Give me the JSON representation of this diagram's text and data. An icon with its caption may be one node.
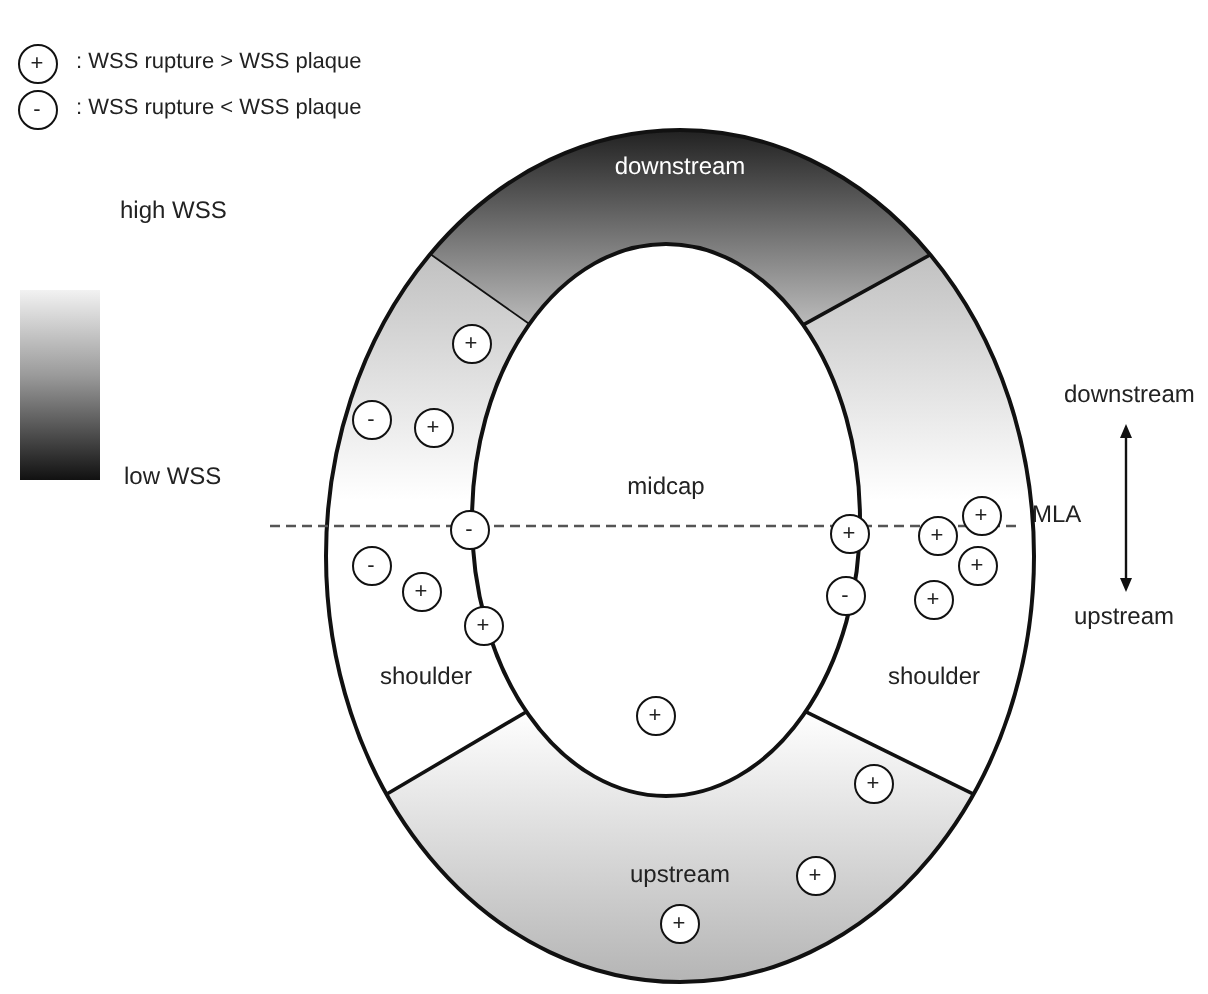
{
  "diagram": {
    "nodes": [
      {
        "text": [
          "+"
        ]
      },
      {
        "text": [
          "-"
        ]
      },
      {
        "text": [
          "+"
        ]
      },
      {
        "text": [
          "-"
        ]
      },
      {
        "text": [
          "+"
        ]
      },
      {
        "text": [
          "-"
        ]
      },
      {
        "text": [
          "-"
        ]
      },
      {
        "text": [
          "+"
        ]
      },
      {
        "text": [
          "+"
        ]
      },
      {
        "text": [
          "+"
        ]
      },
      {
        "text": [
          "+"
        ]
      },
      {
        "text": [
          "-"
        ]
      },
      {
        "text": [
          "+"
        ]
      },
      {
        "text": [
          "+"
        ]
      },
      {
        "text": [
          "+"
        ]
      },
      {
        "text": [
          "+"
        ]
      },
      {
        "text": [
          "+"
        ]
      },
      {
        "text": [
          "+"
        ]
      },
      {
        "text": [
          "+"
        ]
      }
    ],
    "labels": [
      "downstream",
      "high  WSS",
      "downstream",
      "low  WSS",
      "midcap",
      "MLA",
      "upstream",
      "shoulder",
      "shoulder",
      "upstream"
    ],
    "legend": [
      {
        "text": ": WSS rupture > WSS plaque"
      },
      {
        "text": ": WSS rupture < WSS plaque"
      }
    ]
  }
}
